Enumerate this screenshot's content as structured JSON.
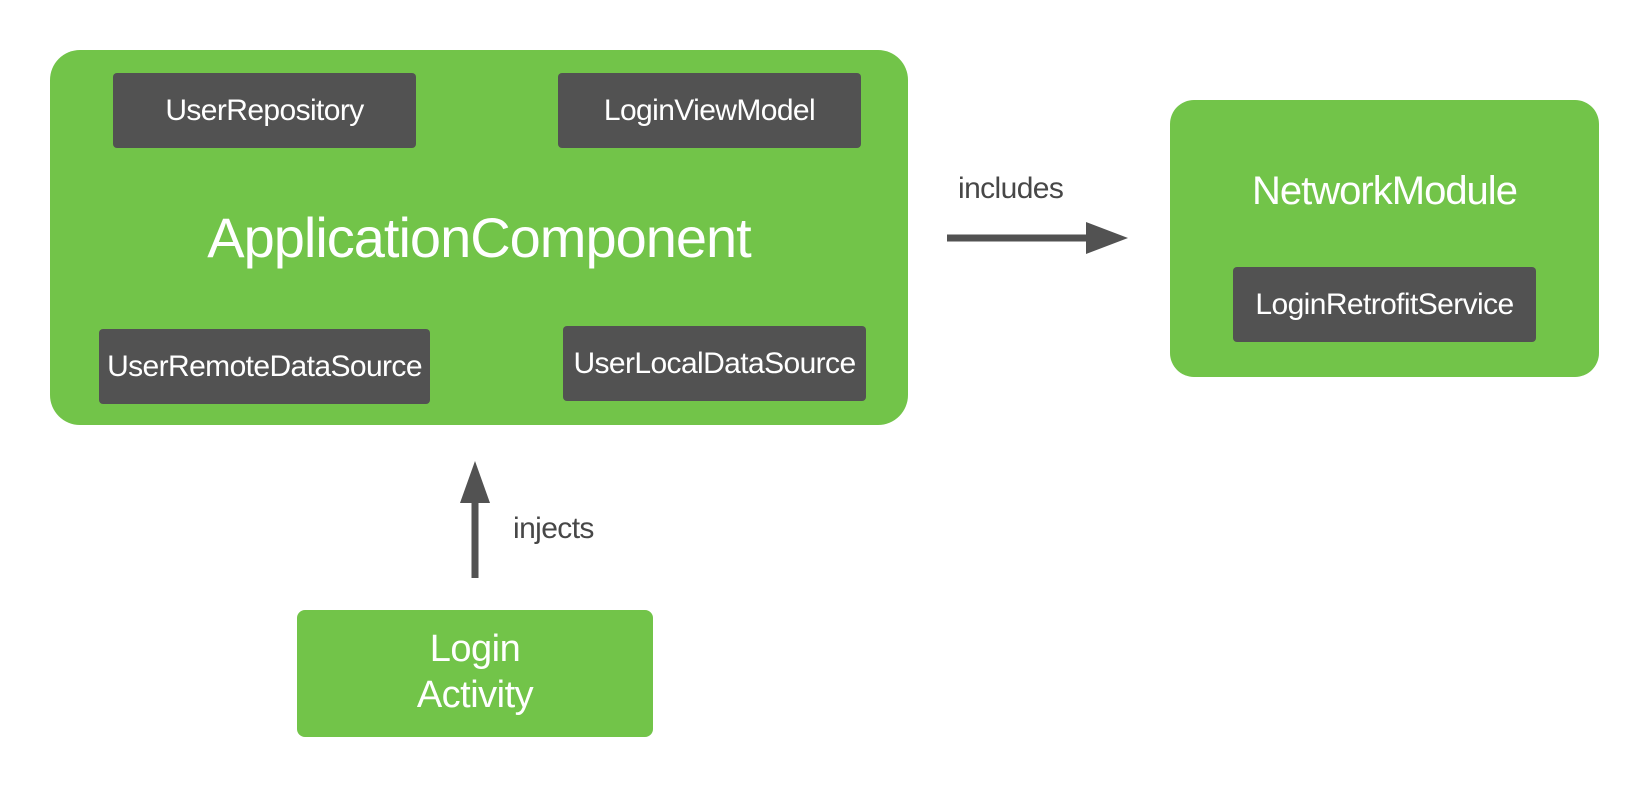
{
  "application_component": {
    "title": "ApplicationComponent",
    "members": {
      "user_repository": "UserRepository",
      "login_view_model": "LoginViewModel",
      "user_remote_data_source": "UserRemoteDataSource",
      "user_local_data_source": "UserLocalDataSource"
    }
  },
  "network_module": {
    "title": "NetworkModule",
    "members": {
      "login_retrofit_service": "LoginRetrofitService"
    }
  },
  "login_activity": {
    "line1": "Login",
    "line2": "Activity"
  },
  "edges": {
    "includes": "includes",
    "injects": "injects"
  },
  "colors": {
    "component_green": "#72c449",
    "member_dark": "#525252",
    "arrow": "#525252",
    "label_text": "#474747"
  }
}
